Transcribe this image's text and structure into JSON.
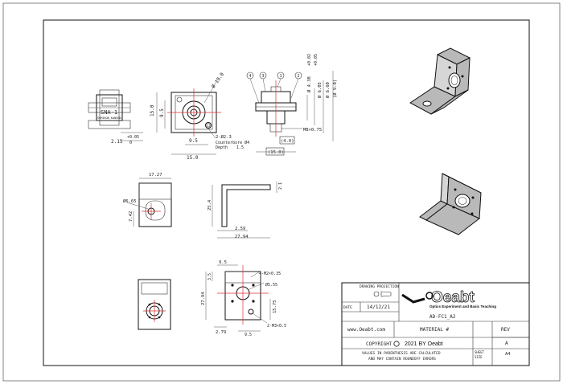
{
  "labels": {
    "dia19": "Ø 19.0",
    "dim15v": "15.0",
    "dim9_5v": "9.5",
    "dim9_5h": "9.5",
    "dim15h": "15.0",
    "holes": "2-Ø2.3",
    "counterbore": "Counterbore Ø4",
    "depth": "Depth",
    "depth_val": "1.5",
    "tol": "2.15",
    "tol_plus": "+0.05",
    "tol_zero": "0",
    "sna_label1": "SNA-1",
    "sna_label2": "SUMIKON KANSEN",
    "sd0": "Ø 6.60",
    "sd1": "Ø 6.05",
    "sd2": "Ø 4.38",
    "sd3": "+0.02",
    "sd3b": "+0.05",
    "sd4": "(Ø 9.0)",
    "side_thread": "M8×0.75",
    "side_4": "(4.0)",
    "side_15": "(15.0)",
    "balloons": [
      "4",
      "3",
      "1",
      "2"
    ],
    "b_w": "17.27",
    "b_hole": "Ø6.65",
    "b_h": "7.42",
    "l_v": "25.4",
    "l_t": "2.1",
    "l_w": "2.59",
    "l_w2": "27.94",
    "f_top": "9.5",
    "f_thread": "4-M2×0.35",
    "f_hole": "Ø5.55",
    "f_m3": "2-M3×0.5",
    "f_h": "27.94",
    "f_h2": "15.75",
    "f_w": "2.79",
    "f_left": "3.5",
    "f_mid": "9.5"
  },
  "title_block": {
    "drawing_projection_label": "DRAWING PROJECTION",
    "date_label": "DATE",
    "date_value": "14/12/21",
    "logo_name": "Oeabt",
    "logo_tagline": "Optics Experiment and Basic Teaching",
    "part_number": "AD-FC1_A2",
    "website": "www.Oeabt.com",
    "material_label": "MATERIAL #",
    "rev_label": "REV",
    "rev_value": "A",
    "copyright_label": "COPYRIGHT",
    "copyright_text": "2021 BY Oeabt",
    "note_line1": "VALUES IN PARENTHESIS ARE CALCULATED",
    "note_line2": "AND MAY CONTAIN ROUNDOFF ERRORS",
    "sheet_label1": "SHEET",
    "sheet_label2": "SIZE",
    "sheet_value": "A4"
  }
}
